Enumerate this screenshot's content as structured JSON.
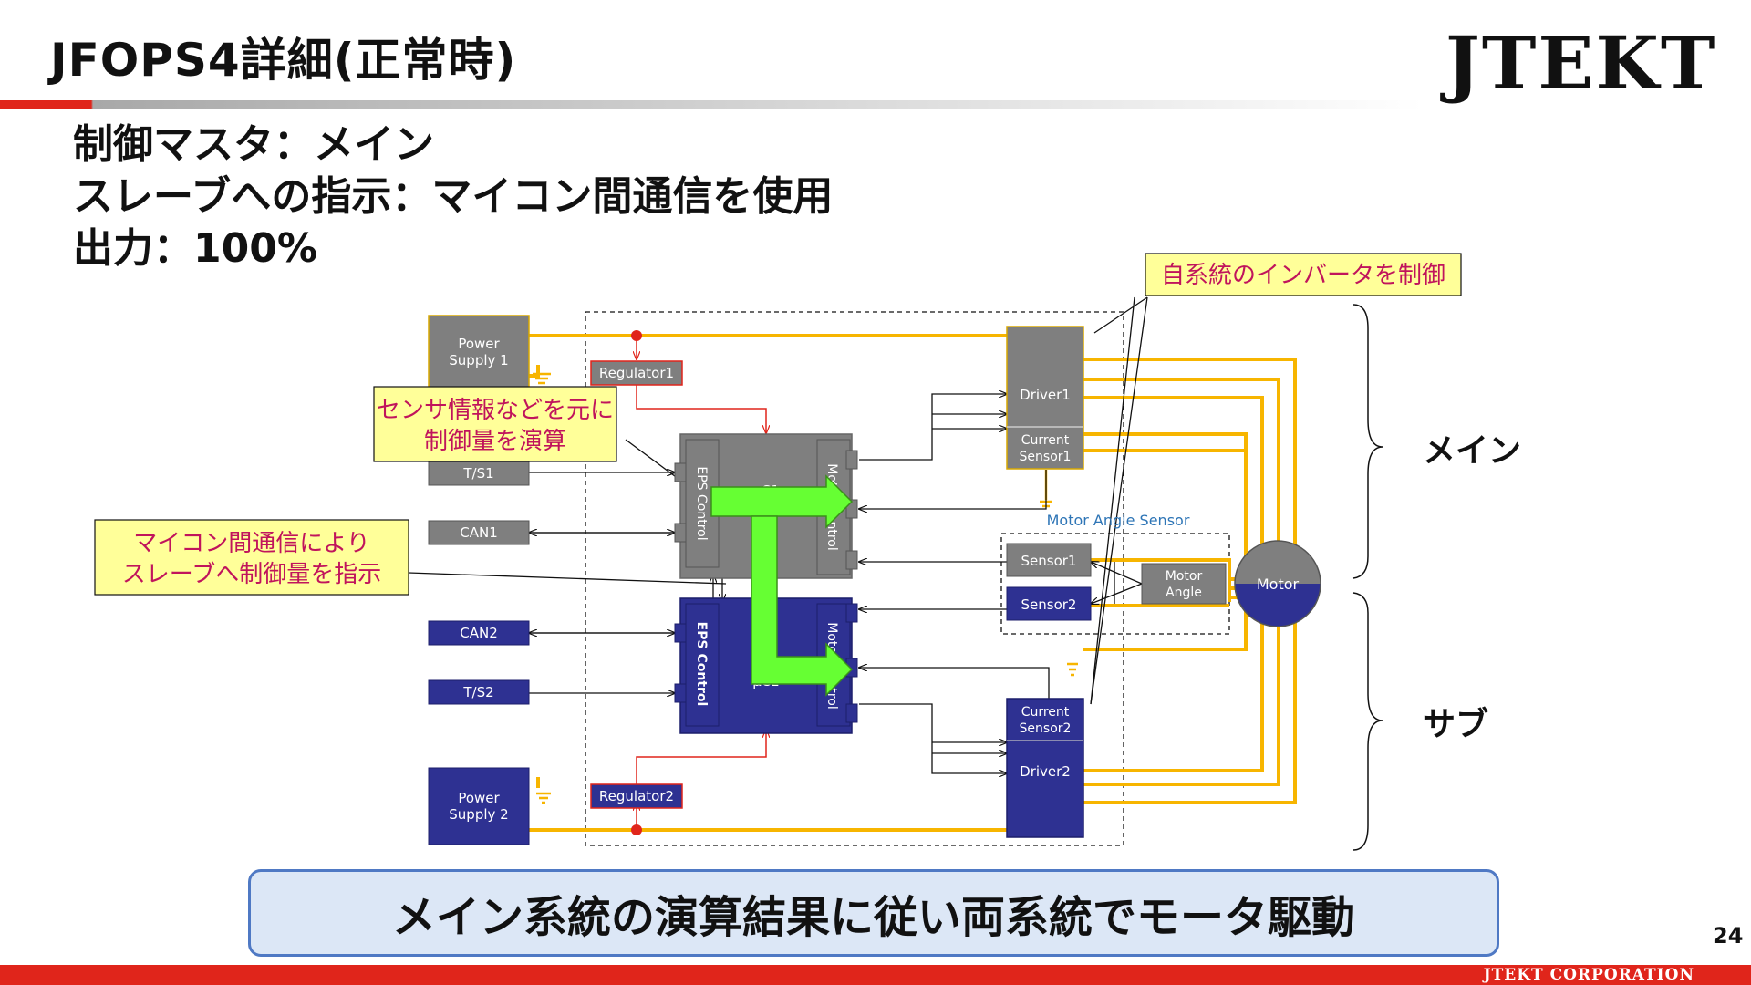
{
  "header": {
    "title": "JFOPS4詳細(正常時)",
    "logo": "JTEKT"
  },
  "bullets": [
    "制御マスタ：メイン",
    "スレーブへの指示：マイコン間通信を使用",
    "出力：100%"
  ],
  "callouts": {
    "inverter": "自系統のインバータを制御",
    "sensor_calc_line1": "センサ情報などを元に",
    "sensor_calc_line2": "制御量を演算",
    "comm_line1": "マイコン間通信により",
    "comm_line2": "スレーブへ制御量を指示"
  },
  "side_labels": {
    "main": "メイン",
    "sub": "サブ"
  },
  "blocks": {
    "power_supply_1_line1": "Power",
    "power_supply_1_line2": "Supply 1",
    "ts1": "T/S1",
    "can1": "CAN1",
    "can2": "CAN2",
    "ts2": "T/S2",
    "power_supply_2_line1": "Power",
    "power_supply_2_line2": "Supply 2",
    "regulator1": "Regulator1",
    "regulator2": "Regulator2",
    "eps_control": "EPS Control",
    "motor_control": "Motor Control",
    "uc1": "μC1",
    "uc2": "μC2",
    "driver1": "Driver1",
    "current_sensor1_line1": "Current",
    "current_sensor1_line2": "Sensor1",
    "current_sensor2_line1": "Current",
    "current_sensor2_line2": "Sensor2",
    "driver2": "Driver2",
    "motor_angle_sensor": "Motor Angle Sensor",
    "sensor1": "Sensor1",
    "sensor2": "Sensor2",
    "motor_angle_line1": "Motor",
    "motor_angle_line2": "Angle",
    "motor": "Motor"
  },
  "summary": "メイン系統の演算結果に従い両系統でモータ駆動",
  "page_number": "24",
  "footer": "JTEKT  CORPORATION",
  "colors": {
    "main_gray": "#7f7f7f",
    "sub_navy": "#2e3192",
    "power_line": "#f7b500",
    "accent_red": "#e0251b",
    "callout_fill": "#ffff99",
    "callout_text": "#c0145c",
    "flow_arrow": "#66ff33"
  }
}
